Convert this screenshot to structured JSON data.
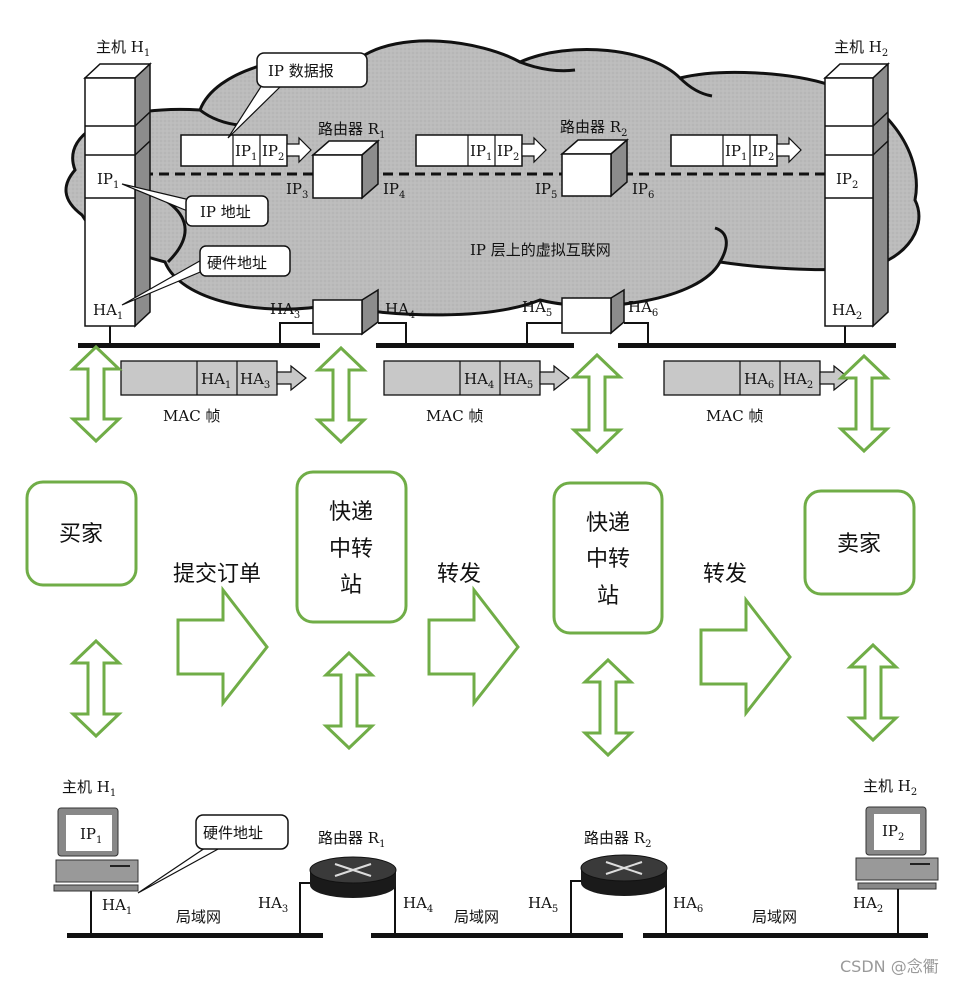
{
  "colors": {
    "cloud_fill": "#b8b8b8",
    "frame_fill": "#c8c8c8",
    "green": "#70ad47",
    "dark": "#111111",
    "watermark": "#9a9a9a"
  },
  "top_diagram": {
    "host1": {
      "title": "主机 H",
      "sub": "1",
      "ip": "IP",
      "ip_sub": "1",
      "ha": "HA",
      "ha_sub": "1"
    },
    "host2": {
      "title": "主机 H",
      "sub": "2",
      "ip": "IP",
      "ip_sub": "2",
      "ha": "HA",
      "ha_sub": "2"
    },
    "router1": {
      "title": "路由器 R",
      "sub": "1",
      "ip_in": "IP",
      "ip_in_sub": "3",
      "ip_out": "IP",
      "ip_out_sub": "4",
      "ha_in": "HA",
      "ha_in_sub": "3",
      "ha_out": "HA",
      "ha_out_sub": "4"
    },
    "router2": {
      "title": "路由器 R",
      "sub": "2",
      "ip_in": "IP",
      "ip_in_sub": "5",
      "ip_out": "IP",
      "ip_out_sub": "6",
      "ha_in": "HA",
      "ha_in_sub": "5",
      "ha_out": "HA",
      "ha_out_sub": "6"
    },
    "callouts": {
      "ip_datagram": "IP 数据报",
      "ip_address": "IP 地址",
      "hardware_address": "硬件地址"
    },
    "cloud_label": "IP 层上的虚拟互联网",
    "datagram_fields": {
      "src": "IP",
      "src_sub": "1",
      "dst": "IP",
      "dst_sub": "2"
    },
    "mac_frames": [
      {
        "src": "HA",
        "src_sub": "1",
        "dst": "HA",
        "dst_sub": "3",
        "label": "MAC 帧"
      },
      {
        "src": "HA",
        "src_sub": "4",
        "dst": "HA",
        "dst_sub": "5",
        "label": "MAC 帧"
      },
      {
        "src": "HA",
        "src_sub": "6",
        "dst": "HA",
        "dst_sub": "2",
        "label": "MAC 帧"
      }
    ]
  },
  "analogy": {
    "buyer": "买家",
    "station1": [
      "快递",
      "中转",
      "站"
    ],
    "station2": [
      "快递",
      "中转",
      "站"
    ],
    "seller": "卖家",
    "step1": "提交订单",
    "step2": "转发",
    "step3": "转发"
  },
  "bottom_diagram": {
    "host1": {
      "title": "主机 H",
      "sub": "1",
      "ip": "IP",
      "ip_sub": "1",
      "ha": "HA",
      "ha_sub": "1"
    },
    "host2": {
      "title": "主机 H",
      "sub": "2",
      "ip": "IP",
      "ip_sub": "2",
      "ha": "HA",
      "ha_sub": "2"
    },
    "router1": {
      "title": "路由器 R",
      "sub": "1",
      "ha_in": "HA",
      "ha_in_sub": "3",
      "ha_out": "HA",
      "ha_out_sub": "4"
    },
    "router2": {
      "title": "路由器 R",
      "sub": "2",
      "ha_in": "HA",
      "ha_in_sub": "5",
      "ha_out": "HA",
      "ha_out_sub": "6"
    },
    "callout": "硬件地址",
    "lan_labels": [
      "局域网",
      "局域网",
      "局域网"
    ]
  },
  "watermark": "CSDN @念衢"
}
